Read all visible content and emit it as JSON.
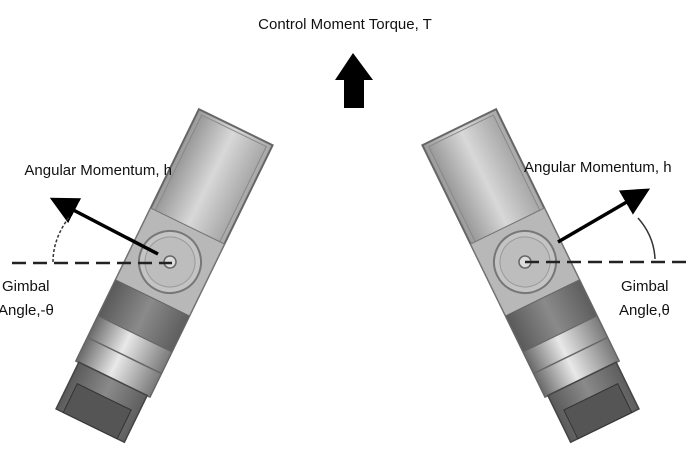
{
  "title": "Control Moment Torque, T",
  "left": {
    "momentum_label": "Angular Momentum, h",
    "gimbal_line1": "Gimbal",
    "gimbal_line2": "Angle,-θ"
  },
  "right": {
    "momentum_label": "Angular Momentum, h",
    "gimbal_line1": "Gimbal",
    "gimbal_line2": "Angle,θ"
  },
  "colors": {
    "arrow": "#000000",
    "body_light": "#c8c8c8",
    "body_dark": "#707070"
  }
}
